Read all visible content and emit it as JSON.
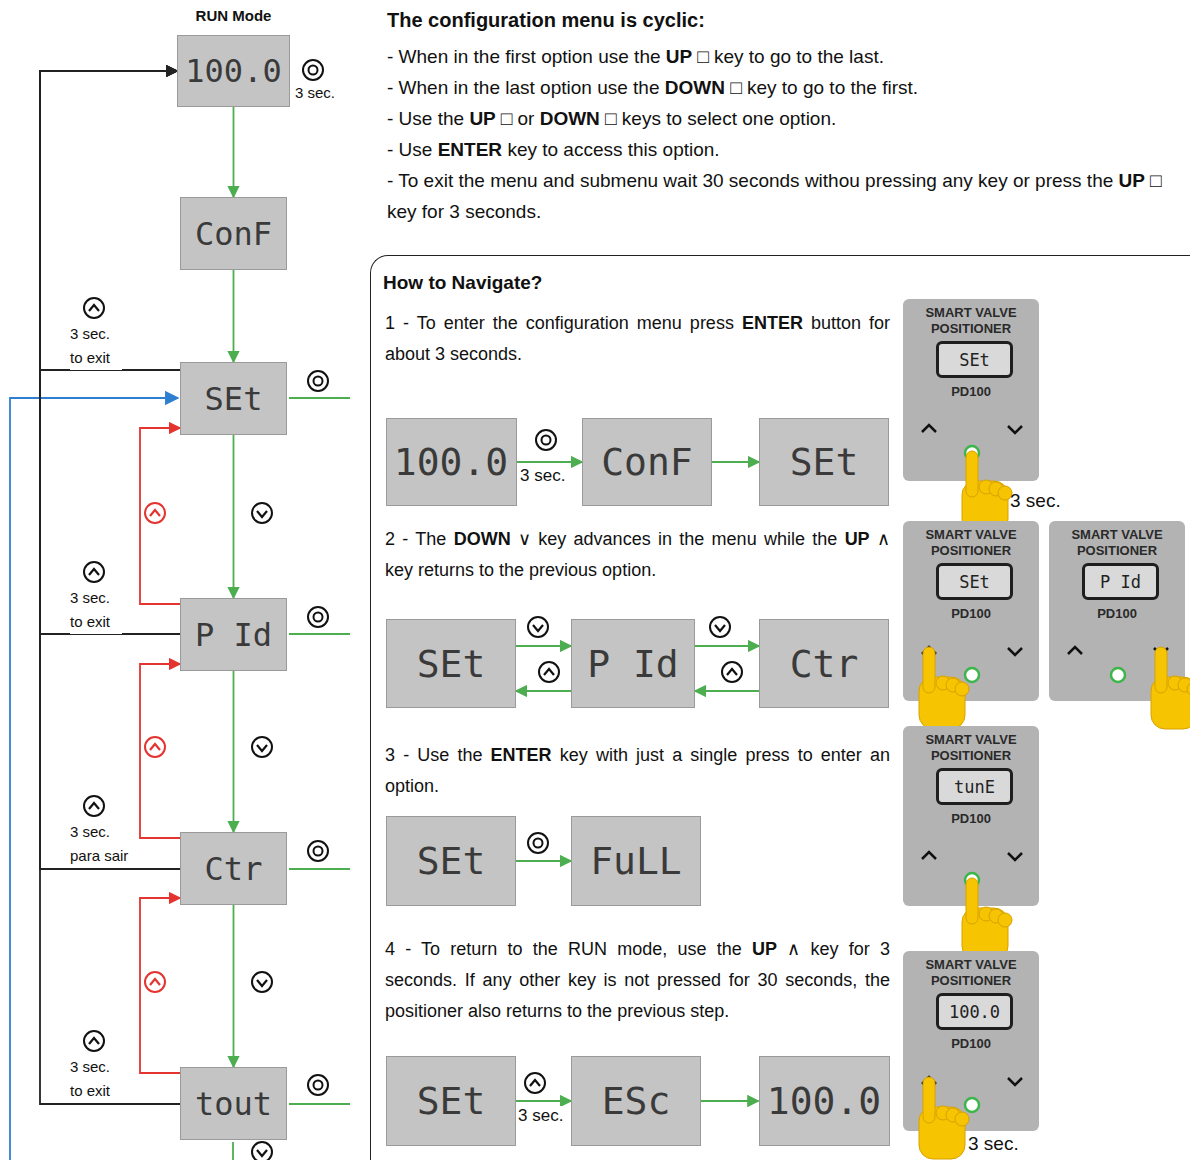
{
  "diagram": {
    "title": "The configuration menu is cyclic:",
    "nodes": [
      {
        "text": [
          "RUN Mode",
          "100.0"
        ]
      },
      {
        "text": [
          "ConF"
        ]
      },
      {
        "text": [
          "SEt"
        ]
      },
      {
        "text": [
          "P Id"
        ]
      },
      {
        "text": [
          "Ctr"
        ]
      },
      {
        "text": [
          "tout"
        ]
      },
      {
        "text": [
          "How to Navigate?"
        ]
      },
      {
        "text": [
          "100.0"
        ],
        "in": 6
      },
      {
        "text": [
          "ConF"
        ],
        "in": 6
      },
      {
        "text": [
          "SEt"
        ],
        "in": 6
      },
      {
        "text": [
          "SMART VALVE POSITIONER",
          "PD100"
        ],
        "in": 6
      },
      {
        "text": [
          "SEt"
        ],
        "in": 10
      },
      {
        "text": [
          "SEt"
        ],
        "in": 6
      },
      {
        "text": [
          "P Id"
        ],
        "in": 6
      },
      {
        "text": [
          "Ctr"
        ],
        "in": 6
      },
      {
        "text": [
          "SMART VALVE POSITIONER",
          "PD100"
        ],
        "in": 6
      },
      {
        "text": [
          "SEt"
        ],
        "in": 15
      },
      {
        "text": [
          "SMART VALVE POSITIONER",
          "PD100"
        ],
        "in": 6
      },
      {
        "text": [
          "P Id"
        ],
        "in": 17
      },
      {
        "text": [
          "SEt"
        ],
        "in": 6
      },
      {
        "text": [
          "FuLL"
        ],
        "in": 6
      },
      {
        "text": [
          "SMART VALVE POSITIONER",
          "PD100"
        ],
        "in": 6
      },
      {
        "text": [
          "tunE"
        ],
        "in": 21
      },
      {
        "text": [
          "SEt"
        ],
        "in": 6
      },
      {
        "text": [
          "ESc"
        ],
        "in": 6
      },
      {
        "text": [
          "100.0"
        ],
        "in": 6
      },
      {
        "text": [
          "SMART VALVE POSITIONER",
          "PD100"
        ],
        "in": 6
      },
      {
        "text": [
          "100.0"
        ],
        "in": 26
      }
    ],
    "edges": [
      {
        "from": 0,
        "to": 1,
        "arrow": "to"
      },
      {
        "from": 1,
        "to": 2,
        "arrow": "to"
      },
      {
        "from": 2,
        "to": 3,
        "arrow": "to"
      },
      {
        "from": 3,
        "to": 4,
        "arrow": "to"
      },
      {
        "from": 4,
        "to": 5,
        "arrow": "to"
      },
      {
        "from": 3,
        "to": 2,
        "arrow": "to"
      },
      {
        "from": 4,
        "to": 3,
        "arrow": "to"
      },
      {
        "from": 5,
        "to": 4,
        "arrow": "to"
      },
      {
        "from": 2,
        "to": 0,
        "arrow": "to",
        "label": "3 sec. to exit"
      },
      {
        "from": 3,
        "to": 0,
        "arrow": "to",
        "label": "3 sec. to exit"
      },
      {
        "from": 4,
        "to": 0,
        "arrow": "to",
        "label": "3 sec. para sair"
      },
      {
        "from": 5,
        "to": 0,
        "arrow": "to",
        "label": "3 sec. to exit"
      },
      {
        "from": 7,
        "to": 8,
        "arrow": "to",
        "label": "3 sec."
      },
      {
        "from": 8,
        "to": 9,
        "arrow": "to"
      },
      {
        "from": 12,
        "to": 13,
        "arrow": "to"
      },
      {
        "from": 13,
        "to": 12,
        "arrow": "to"
      },
      {
        "from": 13,
        "to": 14,
        "arrow": "to"
      },
      {
        "from": 14,
        "to": 13,
        "arrow": "to"
      },
      {
        "from": 19,
        "to": 20,
        "arrow": "to"
      },
      {
        "from": 23,
        "to": 24,
        "arrow": "to",
        "label": "3 sec."
      },
      {
        "from": 24,
        "to": 25,
        "arrow": "to"
      }
    ],
    "labels": [
      "3 sec.",
      "- When in the first option use the",
      "UP □",
      "key to go to the last.",
      "- When in the last option use the",
      "DOWN □",
      "key to go to the first.",
      "- Use the",
      "UP □",
      "or",
      "DOWN □",
      "keys to select one option.",
      "- Use",
      "ENTER",
      "key to access this option.",
      "- To exit the menu and submenu wait 30 seconds withou pressing any key or press the",
      "UP □",
      "key for 3 seconds.",
      "1 - To enter the configuration menu press",
      "ENTER",
      "button for about 3 seconds.",
      "2 - The",
      "DOWN",
      "∨ key advances in the menu while the",
      "UP",
      "∧ key returns to the previous option.",
      "3 - Use the",
      "ENTER",
      "key with just a single press to enter an option.",
      "4 - To return to the RUN mode, use the",
      "UP",
      "∧ key for 3 seconds. If any other key is not pressed for 30 seconds, the positioner also returns to the previous step.",
      "3 sec.",
      "3 sec."
    ]
  }
}
